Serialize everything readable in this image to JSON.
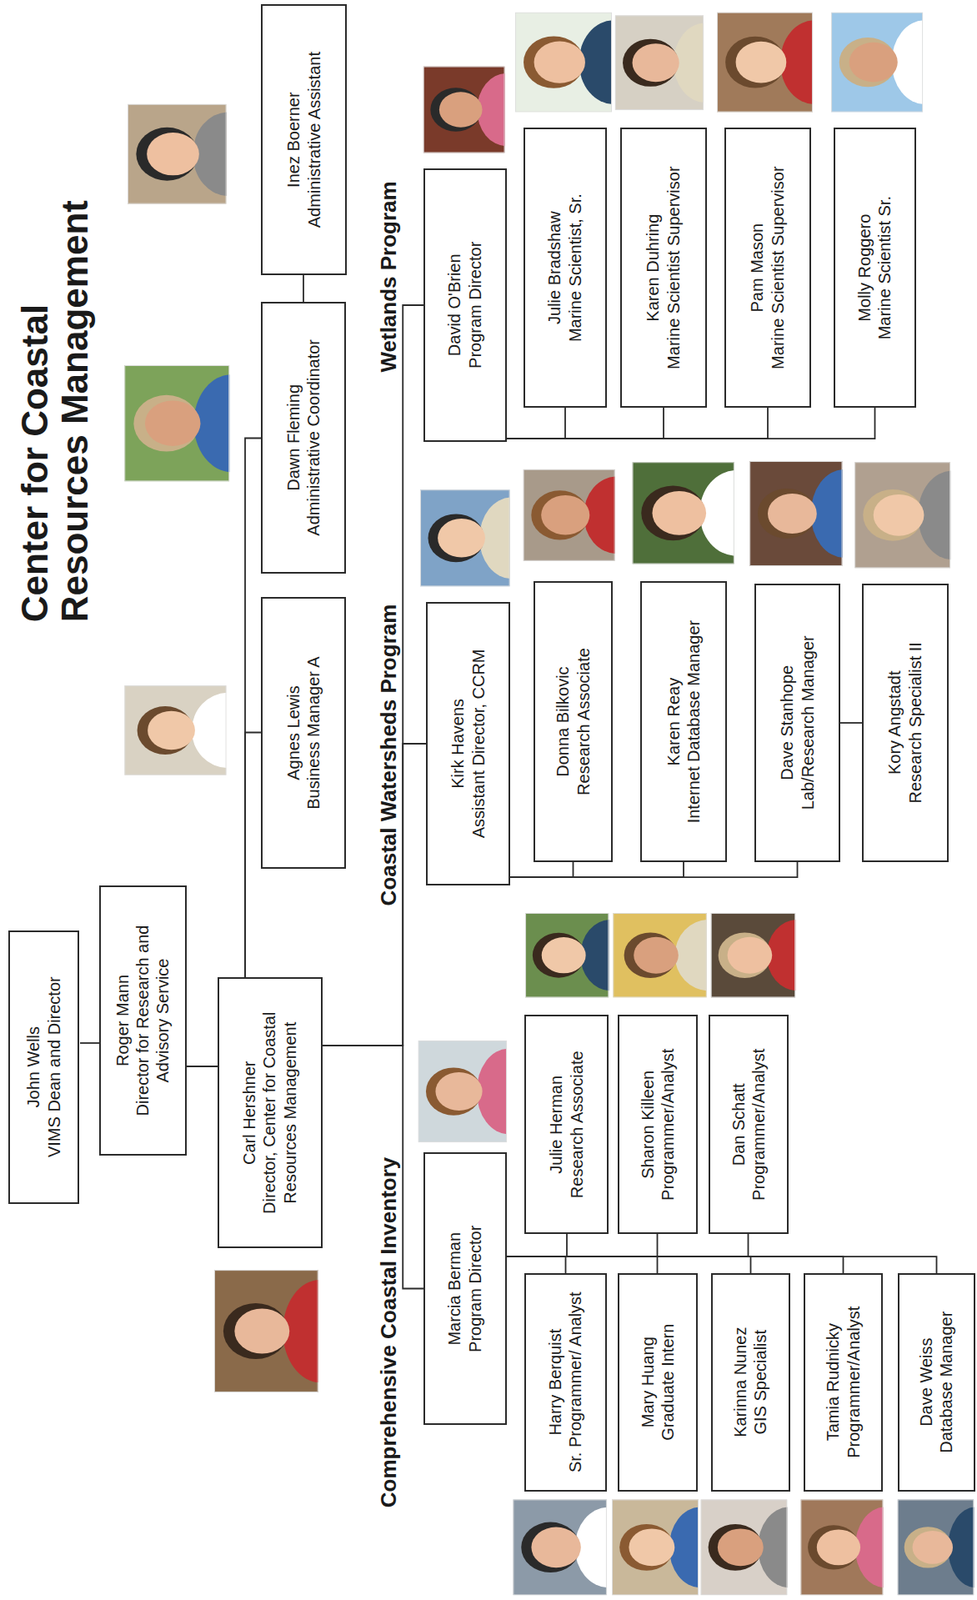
{
  "diagram": {
    "title": "Center for Coastal Resources Management",
    "nodes": [
      {
        "text": [
          "John Wells",
          "VIMS Dean and Director"
        ]
      },
      {
        "text": [
          "Roger Mann",
          "Director for Research and Advisory Service"
        ]
      },
      {
        "text": [
          "Carl Hershner",
          "Director, Center for Coastal Resources Management"
        ]
      },
      {
        "text": [
          "Agnes Lewis",
          "Business Manager A"
        ]
      },
      {
        "text": [
          "Dawn Fleming",
          "Administrative Coordinator"
        ]
      },
      {
        "text": [
          "Inez Boerner",
          "Administrative Assistant"
        ]
      },
      {
        "text": [
          "Marcia Berman",
          "Program Director"
        ]
      },
      {
        "text": [
          "Julie Herman",
          "Research Associate"
        ]
      },
      {
        "text": [
          "Sharon Killeen",
          "Programmer/Analyst"
        ]
      },
      {
        "text": [
          "Dan Schatt",
          "Programmer/Analyst"
        ]
      },
      {
        "text": [
          "Harry Berquist",
          "Sr. Programmer/ Analyst"
        ]
      },
      {
        "text": [
          "Mary Huang",
          "Graduate Intern"
        ]
      },
      {
        "text": [
          "Karinna Nunez",
          "GIS Specialist"
        ]
      },
      {
        "text": [
          "Tamia Rudnicky",
          "Programmer/Analyst"
        ]
      },
      {
        "text": [
          "Dave Weiss",
          "Database Manager"
        ]
      },
      {
        "text": [
          "Kirk Havens",
          "Assistant Director, CCRM"
        ]
      },
      {
        "text": [
          "Donna Bilkovic",
          "Research Associate"
        ]
      },
      {
        "text": [
          "Karen Reay",
          "Internet Database Manager"
        ]
      },
      {
        "text": [
          "Dave Stanhope",
          "Lab/Research Manager"
        ]
      },
      {
        "text": [
          "Kory Angstadt",
          "Research Specialist II"
        ]
      },
      {
        "text": [
          "David O'Brien",
          "Program Director"
        ]
      },
      {
        "text": [
          "Julie Bradshaw",
          "Marine Scientist, Sr."
        ]
      },
      {
        "text": [
          "Karen Duhring",
          "Marine Scientist Supervisor"
        ]
      },
      {
        "text": [
          "Pam Mason",
          "Marine Scientist Supervisor"
        ]
      },
      {
        "text": [
          "Molly Roggero",
          "Marine Scientist Sr."
        ]
      }
    ],
    "edges": [
      {
        "from": 0,
        "to": 1,
        "arrow": "none"
      },
      {
        "from": 1,
        "to": 2,
        "arrow": "none"
      },
      {
        "from": 2,
        "to": 3,
        "arrow": "none"
      },
      {
        "from": 2,
        "to": 4,
        "arrow": "none"
      },
      {
        "from": 4,
        "to": 5,
        "arrow": "none"
      },
      {
        "from": 2,
        "to": 6,
        "arrow": "none"
      },
      {
        "from": 2,
        "to": 15,
        "arrow": "none"
      },
      {
        "from": 2,
        "to": 20,
        "arrow": "none"
      },
      {
        "from": 6,
        "to": 7,
        "arrow": "none"
      },
      {
        "from": 6,
        "to": 8,
        "arrow": "none"
      },
      {
        "from": 6,
        "to": 9,
        "arrow": "none"
      },
      {
        "from": 6,
        "to": 10,
        "arrow": "none"
      },
      {
        "from": 6,
        "to": 11,
        "arrow": "none"
      },
      {
        "from": 6,
        "to": 12,
        "arrow": "none"
      },
      {
        "from": 6,
        "to": 13,
        "arrow": "none"
      },
      {
        "from": 6,
        "to": 14,
        "arrow": "none"
      },
      {
        "from": 15,
        "to": 16,
        "arrow": "none"
      },
      {
        "from": 15,
        "to": 17,
        "arrow": "none"
      },
      {
        "from": 15,
        "to": 18,
        "arrow": "none"
      },
      {
        "from": 18,
        "to": 19,
        "arrow": "none"
      },
      {
        "from": 20,
        "to": 21,
        "arrow": "none"
      },
      {
        "from": 20,
        "to": 22,
        "arrow": "none"
      },
      {
        "from": 20,
        "to": 23,
        "arrow": "none"
      },
      {
        "from": 20,
        "to": 24,
        "arrow": "none"
      }
    ],
    "labels": [
      "Comprehensive Coastal Inventory",
      "Coastal Watersheds Program",
      "Wetlands Program"
    ]
  }
}
